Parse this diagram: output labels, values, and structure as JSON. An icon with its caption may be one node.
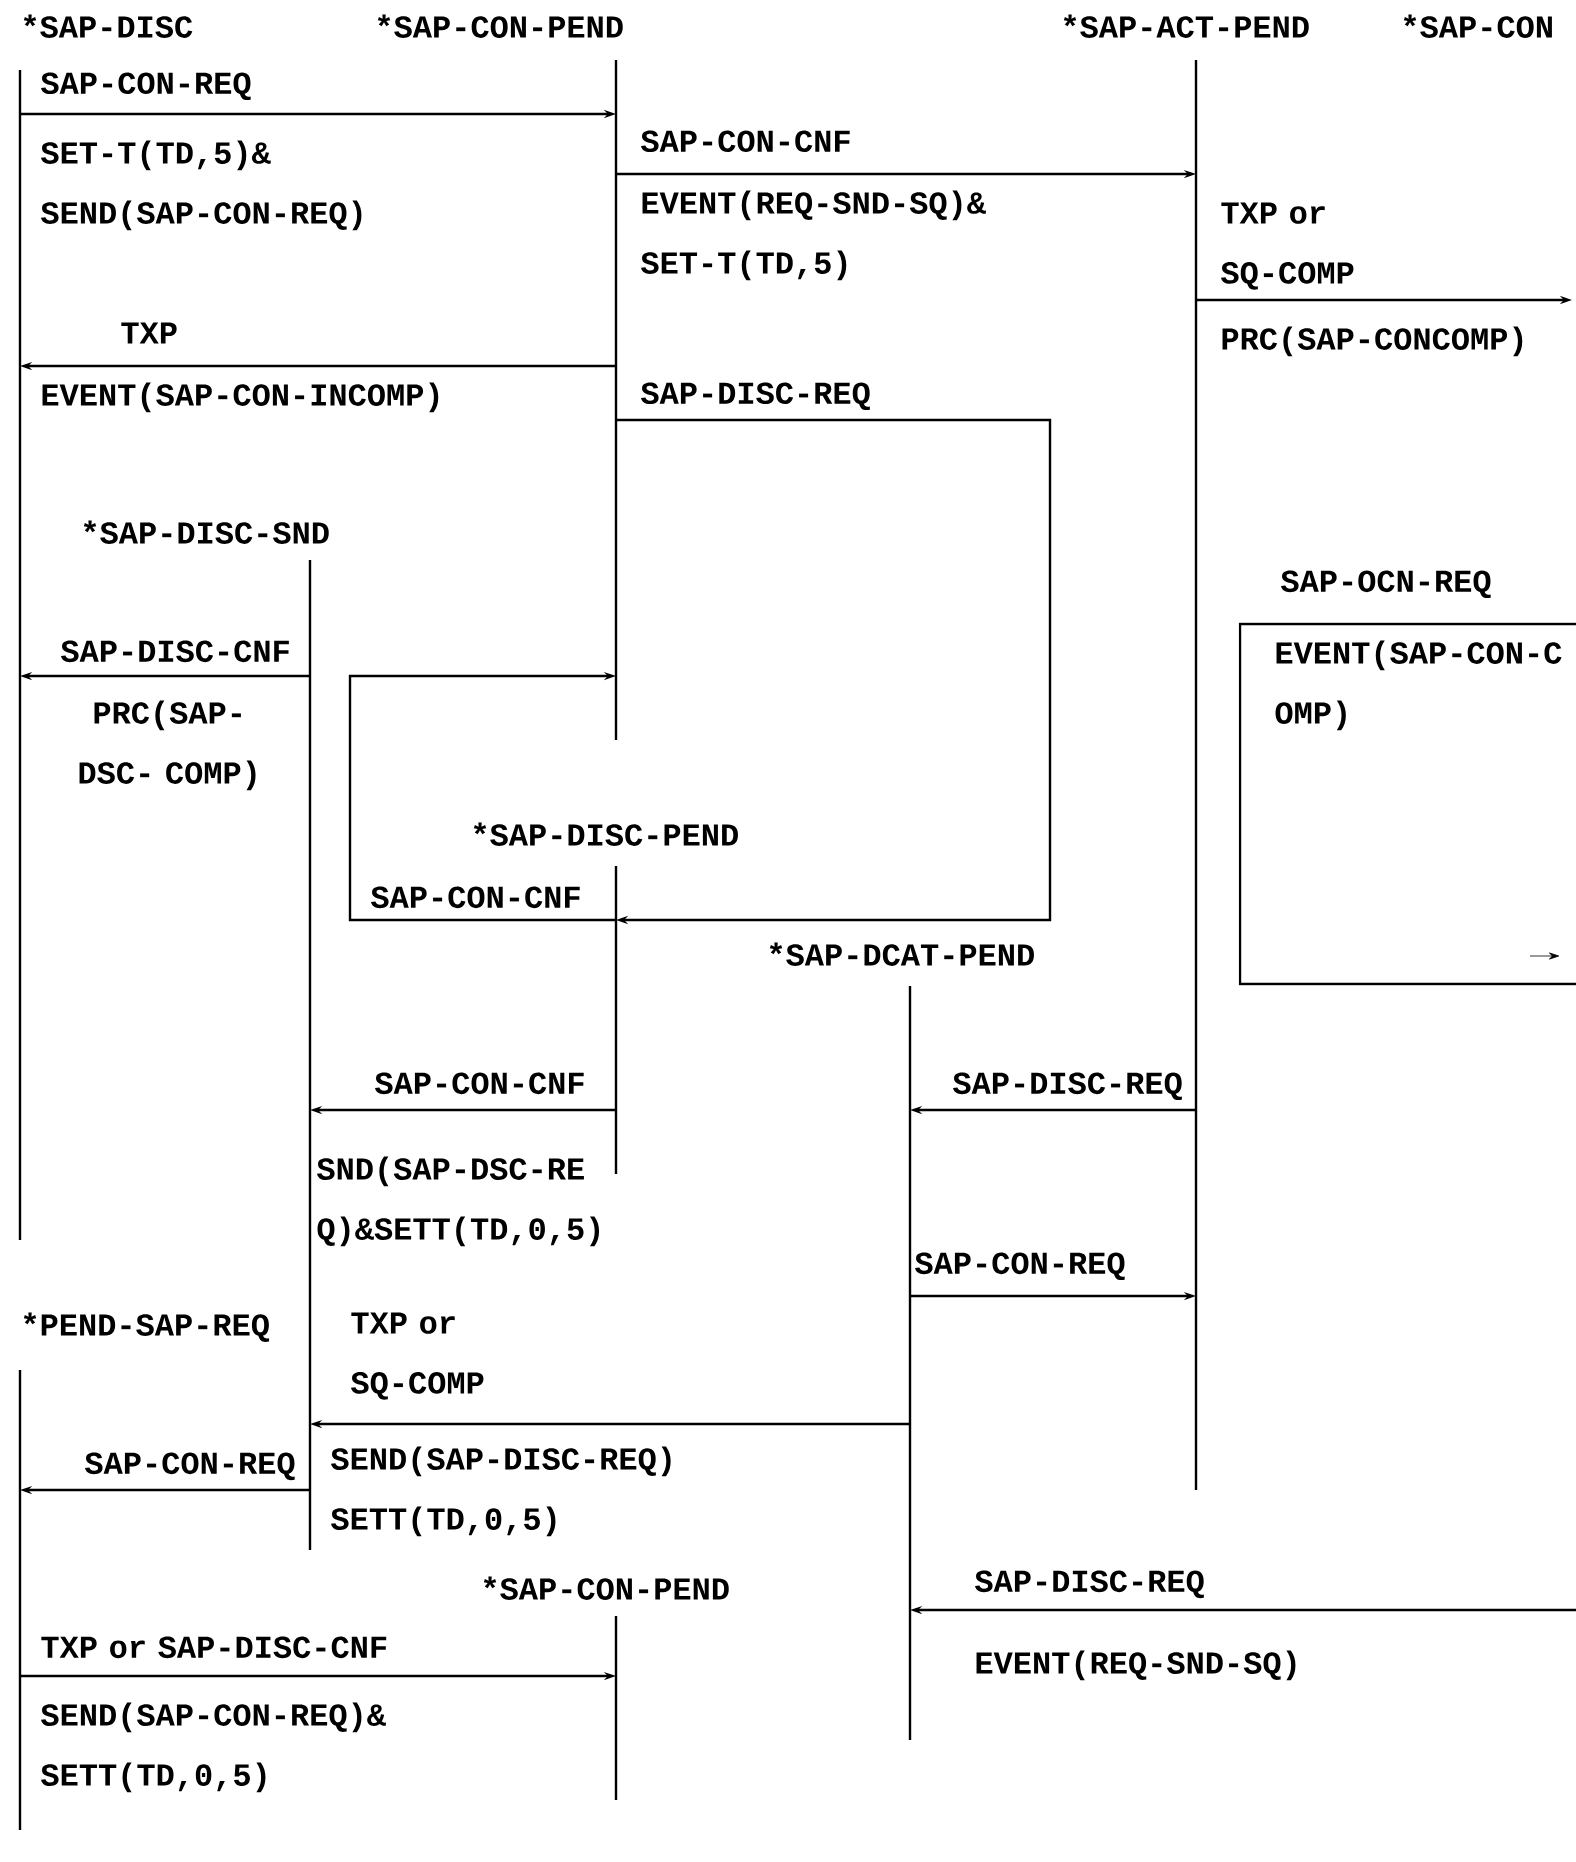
{
  "diagram": {
    "nodes": [
      {
        "text": [
          "*SAP-DISC"
        ]
      },
      {
        "text": [
          "*SAP-CON-PEND"
        ]
      },
      {
        "text": [
          "*SAP-ACT-PEND"
        ]
      },
      {
        "text": [
          "*SAP-CON"
        ]
      },
      {
        "text": [
          "*SAP-DISC-SND"
        ]
      },
      {
        "text": [
          "SAP-OCN-REQ",
          "EVENT(SAP-CON-C OMP)"
        ]
      },
      {
        "text": [
          "*SAP-DISC-PEND"
        ]
      },
      {
        "text": [
          "*SAP-DCAT-PEND"
        ]
      },
      {
        "text": [
          "*PEND-SAP-REQ"
        ]
      },
      {
        "text": [
          "*SAP-CON-PEND"
        ]
      }
    ],
    "edges": [
      {
        "from": 0,
        "to": 1,
        "arrow": "to",
        "label": "SAP-CON-REQ"
      },
      {
        "from": 1,
        "to": 2,
        "arrow": "to",
        "label": "SAP-CON-CNF"
      },
      {
        "from": 1,
        "to": 0,
        "arrow": "to",
        "label": "TXP"
      },
      {
        "from": 2,
        "to": null,
        "arrow": "to",
        "label": "TXP or SQ-COMP"
      },
      {
        "from": 4,
        "to": 0,
        "arrow": "to",
        "label": "SAP-DISC-CNF"
      },
      {
        "from": 1,
        "to": 6,
        "arrow": "to",
        "label": "SAP-DISC-REQ"
      },
      {
        "from": 6,
        "to": 1,
        "arrow": "to",
        "label": "SAP-CON-CNF"
      },
      {
        "from": 6,
        "to": 4,
        "arrow": "to",
        "label": "SAP-CON-CNF"
      },
      {
        "from": 2,
        "to": 7,
        "arrow": "to",
        "label": "SAP-DISC-REQ"
      },
      {
        "from": 7,
        "to": 2,
        "arrow": "to",
        "label": "SAP-CON-REQ"
      },
      {
        "from": 7,
        "to": 4,
        "arrow": "to",
        "label": "TXP or SQ-COMP"
      },
      {
        "from": 4,
        "to": 8,
        "arrow": "to",
        "label": "SAP-CON-REQ"
      },
      {
        "from": 8,
        "to": 9,
        "arrow": "to",
        "label": "TXP or SAP-DISC-CNF"
      },
      {
        "from": null,
        "to": 7,
        "arrow": "to",
        "label": "SAP-DISC-REQ"
      }
    ],
    "labels": [
      "SET-T(TD,5)& SEND(SAP-CON-REQ)",
      "EVENT(REQ-SND-SQ)& SET-T(TD,5)",
      "PRC(SAP-CONCOMP)",
      "EVENT(SAP-CON-INCOMP)",
      "PRC(SAP-DSC- COMP)",
      "SND(SAP-DSC-RE Q)&SETT(TD,0,5)",
      "SEND(SAP-DISC-REQ) SETT(TD,0,5)",
      "EVENT(REQ-SND-SQ)",
      "SEND(SAP-CON-REQ)& SETT(TD,0,5)"
    ]
  }
}
